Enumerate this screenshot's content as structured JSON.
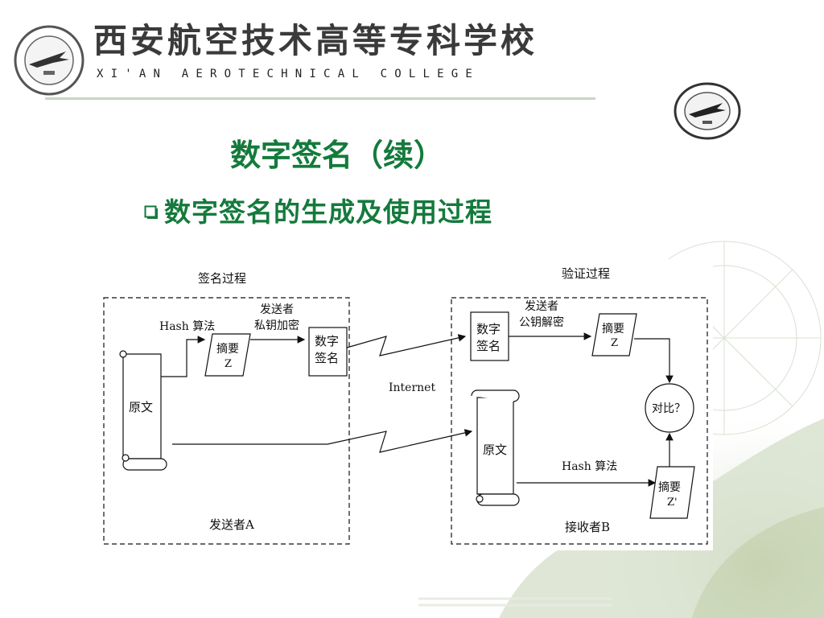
{
  "header": {
    "college_name_cn": "西安航空技术高等专科学校",
    "college_name_en": "XI'AN AEROTECHNICAL COLLEGE"
  },
  "slide": {
    "title": "数字签名（续）",
    "subtitle": "数字签名的生成及使用过程"
  },
  "diagram": {
    "sign_section_title": "签名过程",
    "verify_section_title": "验证过程",
    "sender": {
      "hash_label": "Hash 算法",
      "privkey_label_line1": "发送者",
      "privkey_label_line2": "私钥加密",
      "digest_line1": "摘要",
      "digest_line2": "Z",
      "signature_line1": "数字",
      "signature_line2": "签名",
      "original_label": "原文",
      "owner_label": "发送者A"
    },
    "internet_label": "Internet",
    "receiver": {
      "signature_line1": "数字",
      "signature_line2": "签名",
      "pubkey_label_line1": "发送者",
      "pubkey_label_line2": "公钥解密",
      "digest_line1": "摘要",
      "digest_line2": "Z",
      "compare_label": "对比？",
      "original_label": "原文",
      "hash_label": "Hash 算法",
      "digest2_line1": "摘要",
      "digest2_line2": "Z'",
      "owner_label": "接收者B"
    }
  },
  "colors": {
    "title_green": "#147a3c",
    "rule_green": "#c6d7c0",
    "bg_decor_green": "#c9d6b6"
  }
}
